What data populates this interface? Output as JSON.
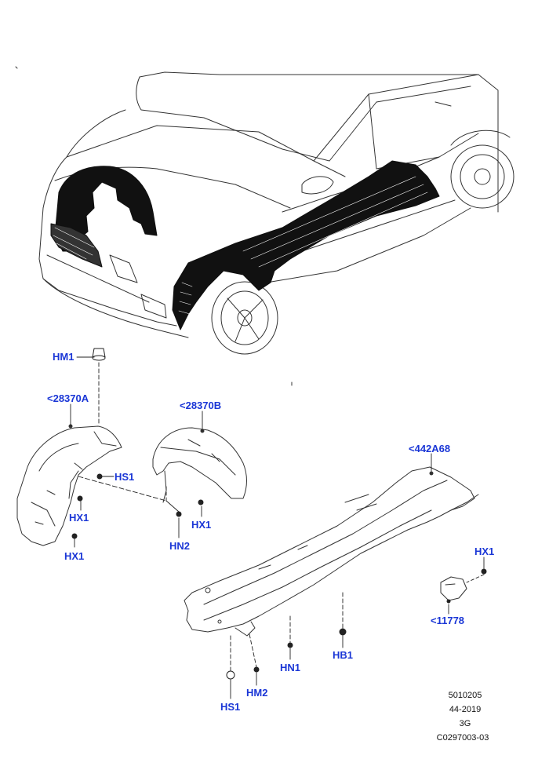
{
  "diagram": {
    "colors": {
      "callout": "#1a36d6",
      "line": "#222222",
      "fill_dark": "#111111"
    },
    "callouts": {
      "hm1": "HM1",
      "p28370a": "<28370A",
      "p28370b": "<28370B",
      "hs1_upper": "HS1",
      "hx1_a": "HX1",
      "hx1_b": "HX1",
      "hx1_c": "HX1",
      "hn2": "HN2",
      "p442a68": "<442A68",
      "hx1_right": "HX1",
      "p11778": "<11778",
      "hb1": "HB1",
      "hn1": "HN1",
      "hm2": "HM2",
      "hs1_lower": "HS1"
    },
    "reference": {
      "line1": "5010205",
      "line2": "44-2019",
      "line3": "3G",
      "line4": "C0297003-03"
    }
  }
}
